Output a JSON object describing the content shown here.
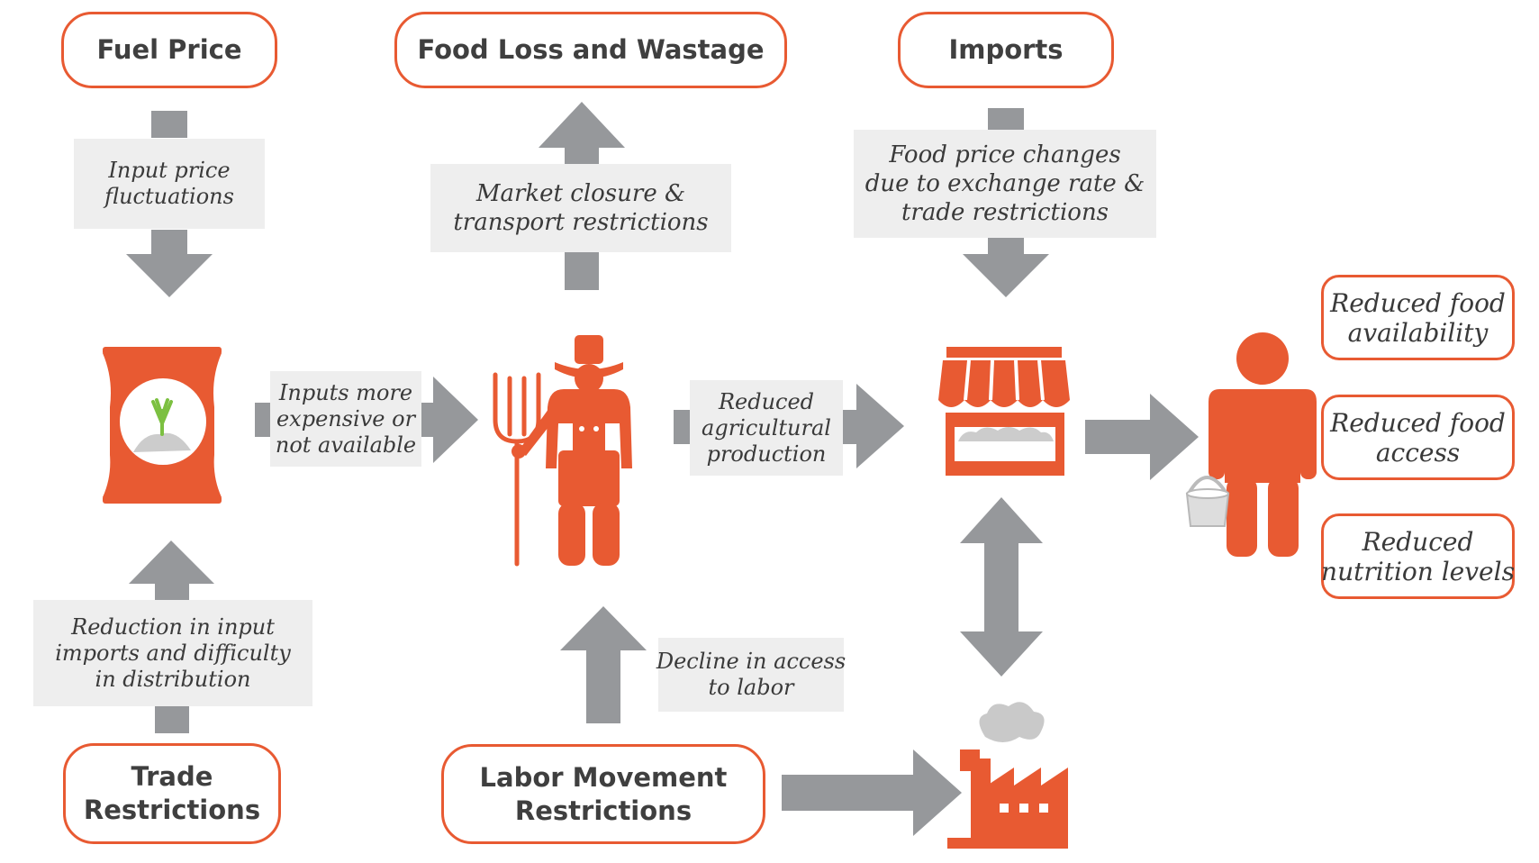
{
  "colors": {
    "accent": "#e85a32",
    "arrow": "#96989b",
    "label_bg": "#eeeeee",
    "text": "#3f3f3f"
  },
  "nodes": {
    "fuel_price": [
      "Fuel Price"
    ],
    "food_loss": [
      "Food Loss and Wastage"
    ],
    "imports": [
      "Imports"
    ],
    "trade_restrictions": [
      "Trade",
      "Restrictions"
    ],
    "labor_movement": [
      "Labor Movement",
      "Restrictions"
    ]
  },
  "edge_labels": {
    "input_price": [
      "Input price",
      "fluctuations"
    ],
    "market_closure": [
      "Market closure &",
      "transport restrictions"
    ],
    "food_price": [
      "Food price changes",
      "due to exchange rate &",
      "trade restrictions"
    ],
    "inputs_expensive": [
      "Inputs more",
      "expensive or",
      "not available"
    ],
    "reduced_production": [
      "Reduced",
      "agricultural",
      "production"
    ],
    "reduction_imports": [
      "Reduction in input",
      "imports and difficulty",
      "in distribution"
    ],
    "labor_access": [
      "Decline in access",
      "to labor"
    ]
  },
  "outcomes": {
    "availability": [
      "Reduced food",
      "availability"
    ],
    "access": [
      "Reduced food",
      "access"
    ],
    "nutrition": [
      "Reduced",
      "nutrition levels"
    ]
  },
  "icons": [
    "fertilizer-bag-icon",
    "farmer-icon",
    "market-stall-icon",
    "person-with-bucket-icon",
    "factory-icon"
  ]
}
